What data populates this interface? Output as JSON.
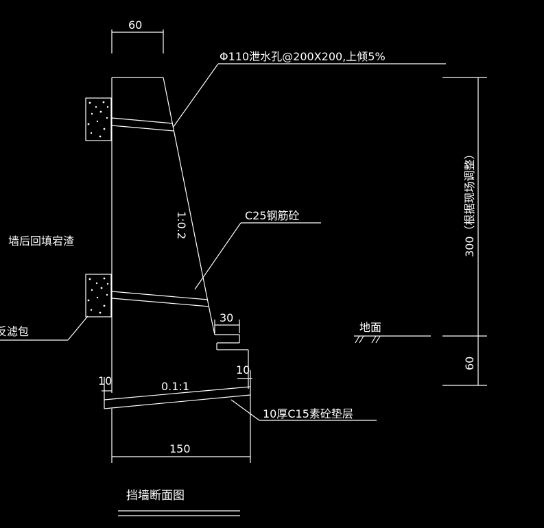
{
  "drawing": {
    "title": "挡墙断面图",
    "top_width": "60",
    "drain_hole_note": "Φ110泄水孔@200X200,上倾5%",
    "slope_ratio": "1:0.2",
    "concrete_note": "C25钢筋砼",
    "backfill_note": "墙后回填宕渣",
    "filter_note": "反滤包",
    "toe_width": "30",
    "ground_label": "地面",
    "height_note": "300（根据现场调整）",
    "embed_depth": "60",
    "base_offset_left": "10",
    "base_offset_right": "10",
    "base_slope": "0.1:1",
    "cushion_note": "10厚C15素砼垫层",
    "base_width": "150"
  },
  "colors": {
    "background": "#000000",
    "lines": "#ffffff"
  }
}
